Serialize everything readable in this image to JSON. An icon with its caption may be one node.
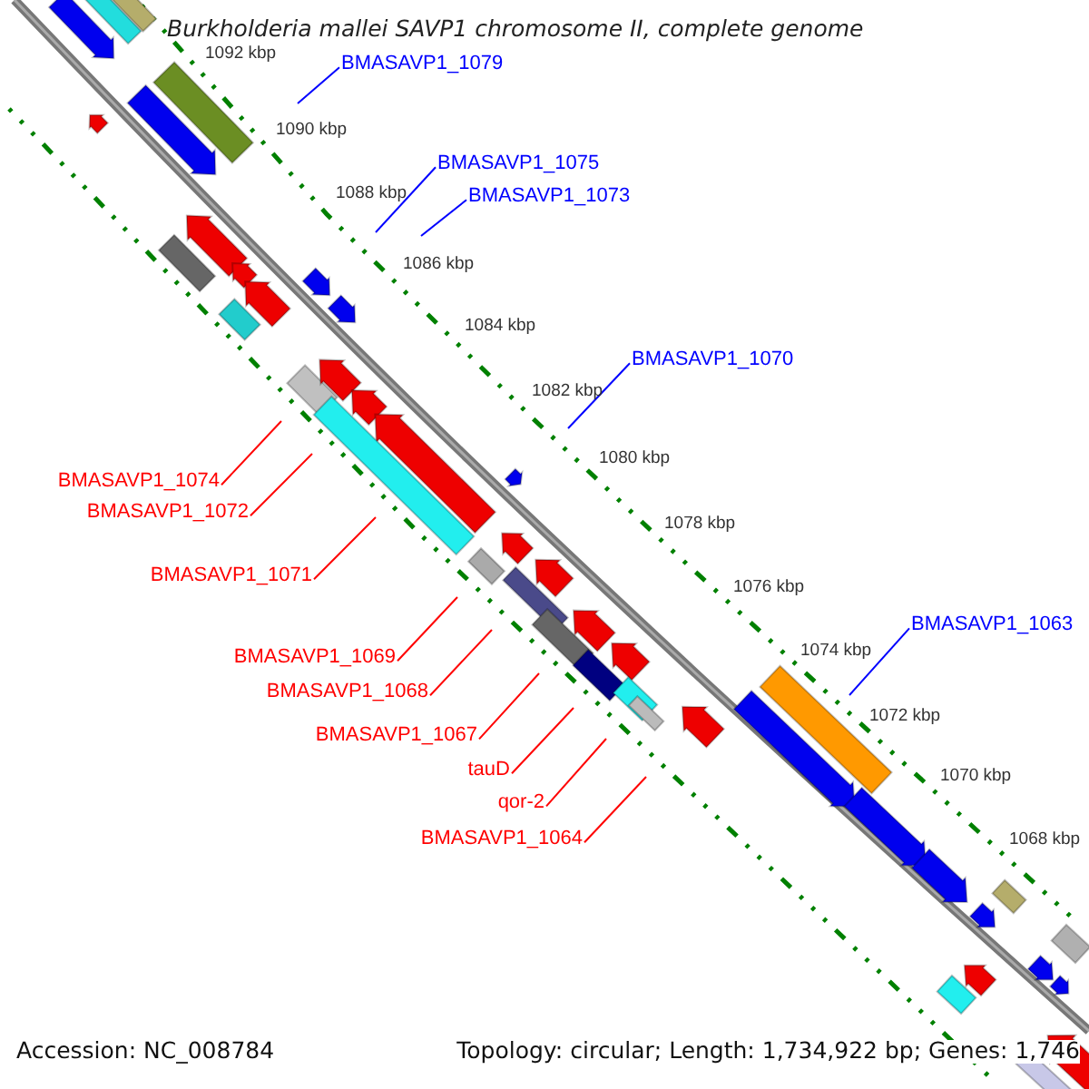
{
  "diagram": {
    "title": "Burkholderia mallei SAVP1 chromosome II, complete genome",
    "nodes": [
      {
        "text": [
          "BMASAVP1_1079"
        ]
      },
      {
        "text": [
          "BMASAVP1_1075"
        ]
      },
      {
        "text": [
          "BMASAVP1_1073"
        ]
      },
      {
        "text": [
          "BMASAVP1_1070"
        ]
      },
      {
        "text": [
          "BMASAVP1_1063"
        ]
      },
      {
        "text": [
          "BMASAVP1_1074"
        ]
      },
      {
        "text": [
          "BMASAVP1_1072"
        ]
      },
      {
        "text": [
          "BMASAVP1_1071"
        ]
      },
      {
        "text": [
          "BMASAVP1_1069"
        ]
      },
      {
        "text": [
          "BMASAVP1_1068"
        ]
      },
      {
        "text": [
          "BMASAVP1_1067"
        ]
      },
      {
        "text": [
          "tauD"
        ]
      },
      {
        "text": [
          "qor-2"
        ]
      },
      {
        "text": [
          "BMASAVP1_1064"
        ]
      }
    ],
    "edges": [
      {
        "from": 0,
        "to": null,
        "arrow": "none",
        "color": "#0000ff"
      },
      {
        "from": 1,
        "to": null,
        "arrow": "none",
        "color": "#0000ff"
      },
      {
        "from": 2,
        "to": null,
        "arrow": "none",
        "color": "#0000ff"
      },
      {
        "from": 3,
        "to": null,
        "arrow": "none",
        "color": "#0000ff"
      },
      {
        "from": 4,
        "to": null,
        "arrow": "none",
        "color": "#0000ff"
      },
      {
        "from": 5,
        "to": null,
        "arrow": "none"
      },
      {
        "from": 6,
        "to": null,
        "arrow": "none"
      },
      {
        "from": 7,
        "to": null,
        "arrow": "none"
      },
      {
        "from": 8,
        "to": null,
        "arrow": "none"
      },
      {
        "from": 9,
        "to": null,
        "arrow": "none"
      },
      {
        "from": 10,
        "to": null,
        "arrow": "none"
      },
      {
        "from": 11,
        "to": null,
        "arrow": "none"
      },
      {
        "from": 12,
        "to": null,
        "arrow": "none"
      },
      {
        "from": 13,
        "to": null,
        "arrow": "none"
      }
    ],
    "labels": [
      "1092 kbp",
      "1090 kbp",
      "1088 kbp",
      "1086 kbp",
      "1084 kbp",
      "1082 kbp",
      "1080 kbp",
      "1078 kbp",
      "1076 kbp",
      "1074 kbp",
      "1072 kbp",
      "1070 kbp",
      "1068 kbp",
      "Accession: NC_008784",
      "Topology: circular; Length: 1,734,922 bp; Genes: 1,746"
    ]
  }
}
